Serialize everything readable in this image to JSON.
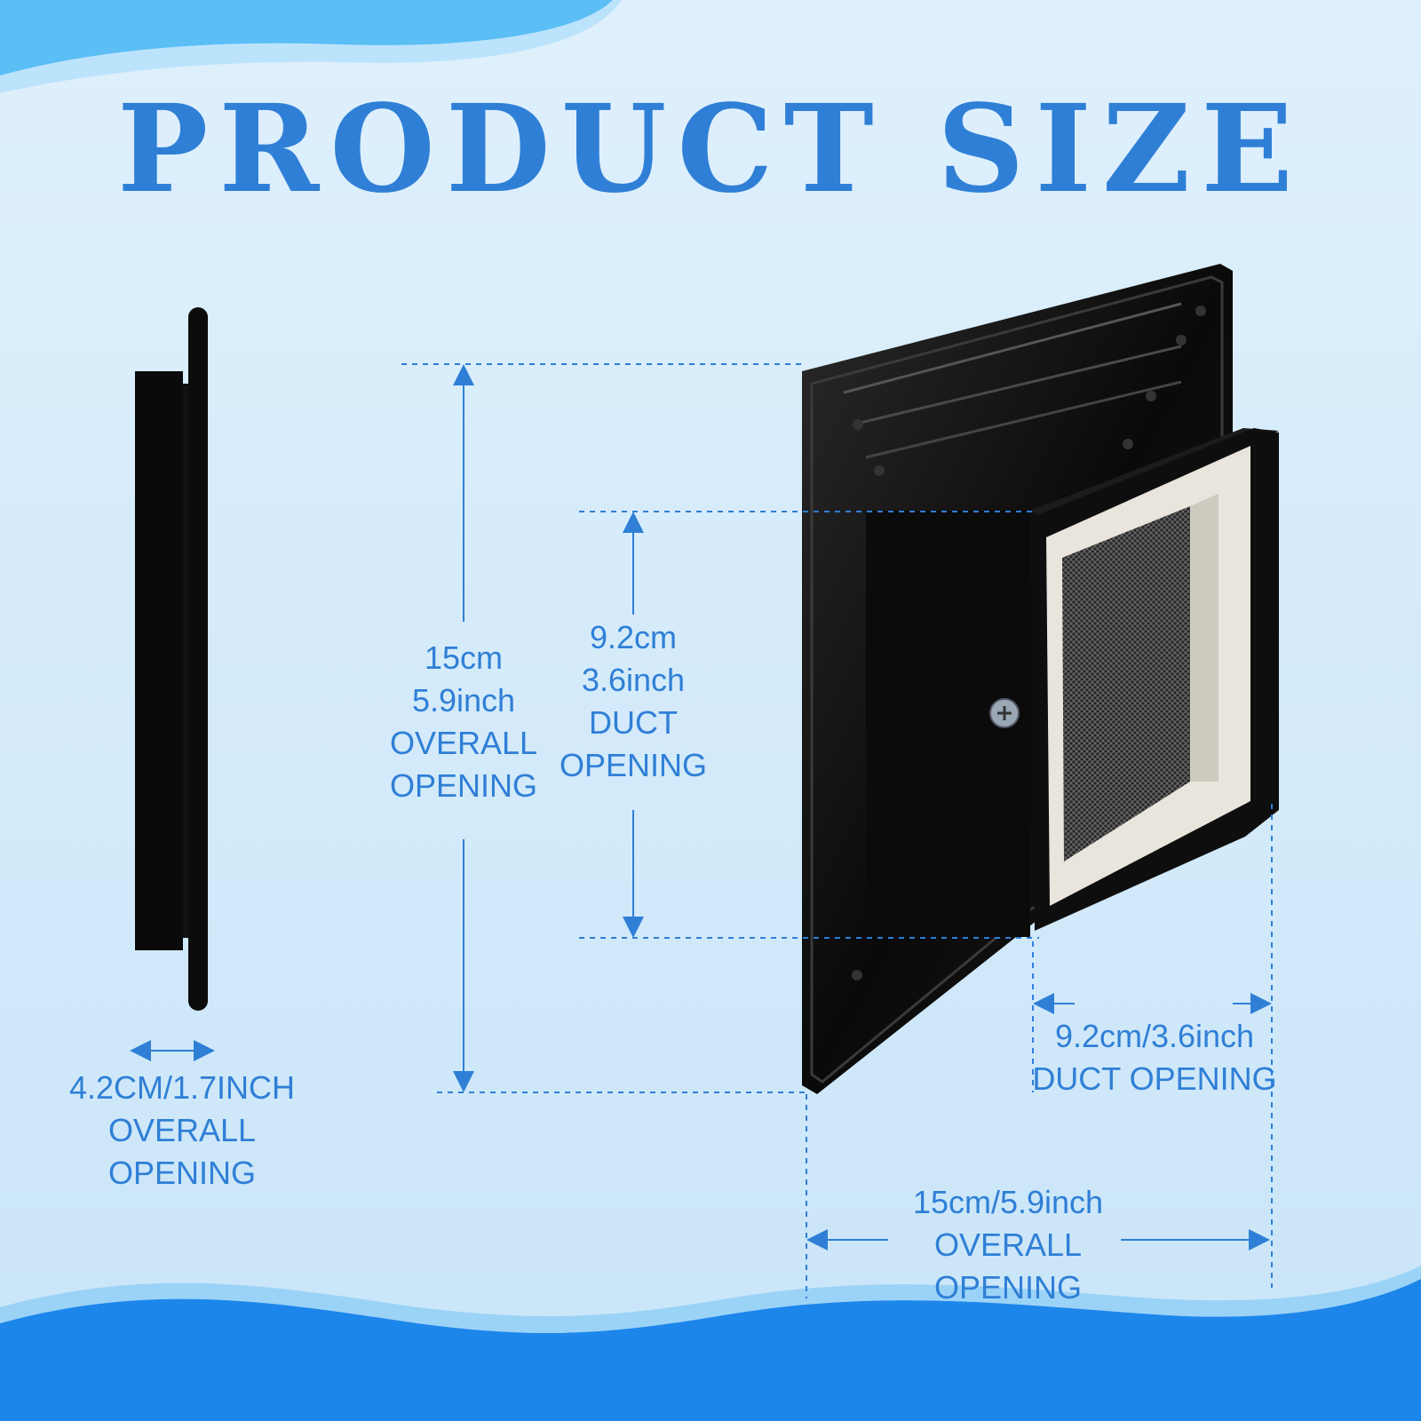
{
  "title": "PRODUCT SIZE",
  "colors": {
    "accent": "#2f7fd6",
    "label": "#2f7fd6",
    "product": "#0c0c0c",
    "frame": "#e9e5dc",
    "wave_top": "#5bbef5",
    "wave_bottom": "#1d86ea"
  },
  "dimensions": {
    "side_depth": {
      "line1": "4.2CM/1.7INCH",
      "line2": "OVERALL",
      "line3": "OPENING"
    },
    "overall_height": {
      "line1": "15cm",
      "line2": "5.9inch",
      "line3": "OVERALL",
      "line4": "OPENING"
    },
    "duct_height": {
      "line1": "9.2cm",
      "line2": "3.6inch",
      "line3": "DUCT",
      "line4": "OPENING"
    },
    "duct_width": {
      "line1": "9.2cm/3.6inch",
      "line2": "DUCT OPENING"
    },
    "overall_width": {
      "line1": "15cm/5.9inch",
      "line2": "OVERALL",
      "line3": "OPENING"
    }
  }
}
